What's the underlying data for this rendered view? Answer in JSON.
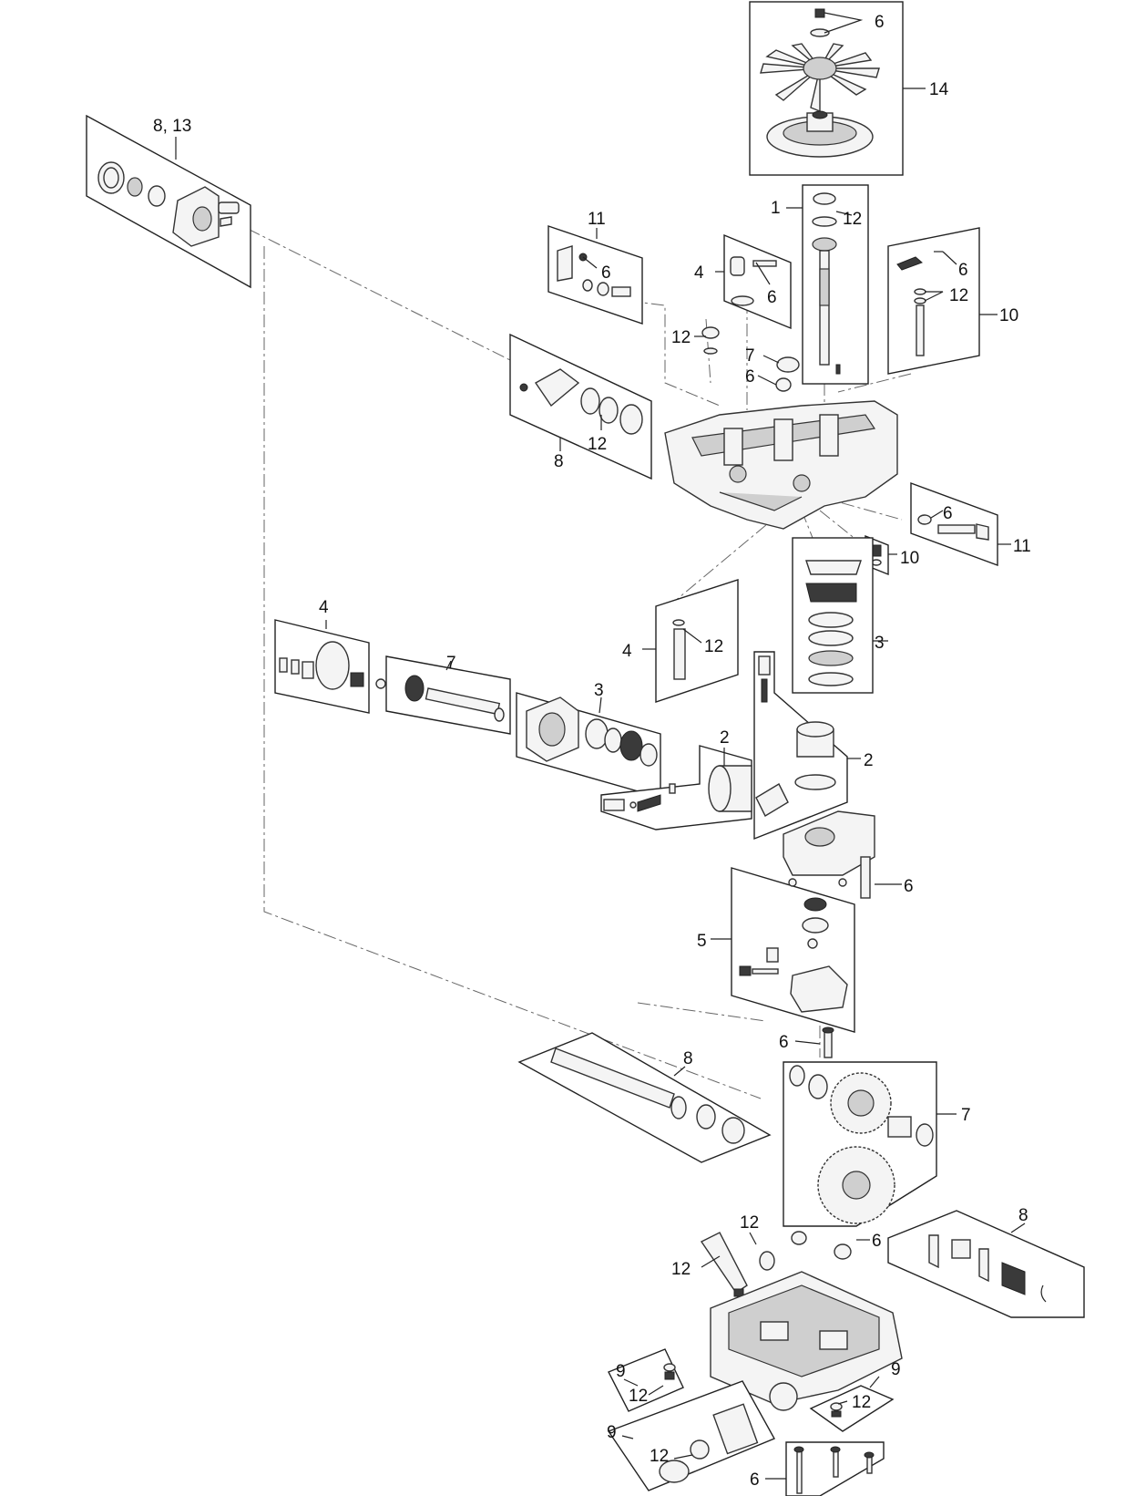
{
  "callouts": [
    {
      "key": "c_6_top",
      "text": "6"
    },
    {
      "key": "c_14",
      "text": "14"
    },
    {
      "key": "c_813",
      "text": "8, 13"
    },
    {
      "key": "c_1",
      "text": "1"
    },
    {
      "key": "c_12_shaft",
      "text": "12"
    },
    {
      "key": "c_11_top",
      "text": "11"
    },
    {
      "key": "c_6_11",
      "text": "6"
    },
    {
      "key": "c_4_top",
      "text": "4"
    },
    {
      "key": "c_6_4",
      "text": "6"
    },
    {
      "key": "c_6_10",
      "text": "6"
    },
    {
      "key": "c_12_10",
      "text": "12"
    },
    {
      "key": "c_10_top",
      "text": "10"
    },
    {
      "key": "c_12_cap",
      "text": "12"
    },
    {
      "key": "c_7_plug",
      "text": "7"
    },
    {
      "key": "c_6_plug",
      "text": "6"
    },
    {
      "key": "c_12_seal",
      "text": "12"
    },
    {
      "key": "c_8_seal",
      "text": "8"
    },
    {
      "key": "c_6_right",
      "text": "6"
    },
    {
      "key": "c_11_right",
      "text": "11"
    },
    {
      "key": "c_10_right",
      "text": "10"
    },
    {
      "key": "c_4_left",
      "text": "4"
    },
    {
      "key": "c_7_shaft",
      "text": "7"
    },
    {
      "key": "c_4_mid",
      "text": "4"
    },
    {
      "key": "c_12_mid",
      "text": "12"
    },
    {
      "key": "c_3_right",
      "text": "3"
    },
    {
      "key": "c_3_left",
      "text": "3"
    },
    {
      "key": "c_2_left",
      "text": "2"
    },
    {
      "key": "c_2_right",
      "text": "2"
    },
    {
      "key": "c_6_bolt",
      "text": "6"
    },
    {
      "key": "c_5",
      "text": "5"
    },
    {
      "key": "c_6_bolt2",
      "text": "6"
    },
    {
      "key": "c_8_axle",
      "text": "8"
    },
    {
      "key": "c_7_gears",
      "text": "7"
    },
    {
      "key": "c_12_top_case",
      "text": "12"
    },
    {
      "key": "c_6_case",
      "text": "6"
    },
    {
      "key": "c_8_clips",
      "text": "8"
    },
    {
      "key": "c_12_tube",
      "text": "12"
    },
    {
      "key": "c_9_a",
      "text": "9"
    },
    {
      "key": "c_12_9a",
      "text": "12"
    },
    {
      "key": "c_9_b",
      "text": "9"
    },
    {
      "key": "c_12_9b",
      "text": "12"
    },
    {
      "key": "c_9_c",
      "text": "9"
    },
    {
      "key": "c_12_9c",
      "text": "12"
    },
    {
      "key": "c_6_bottom",
      "text": "6"
    }
  ]
}
